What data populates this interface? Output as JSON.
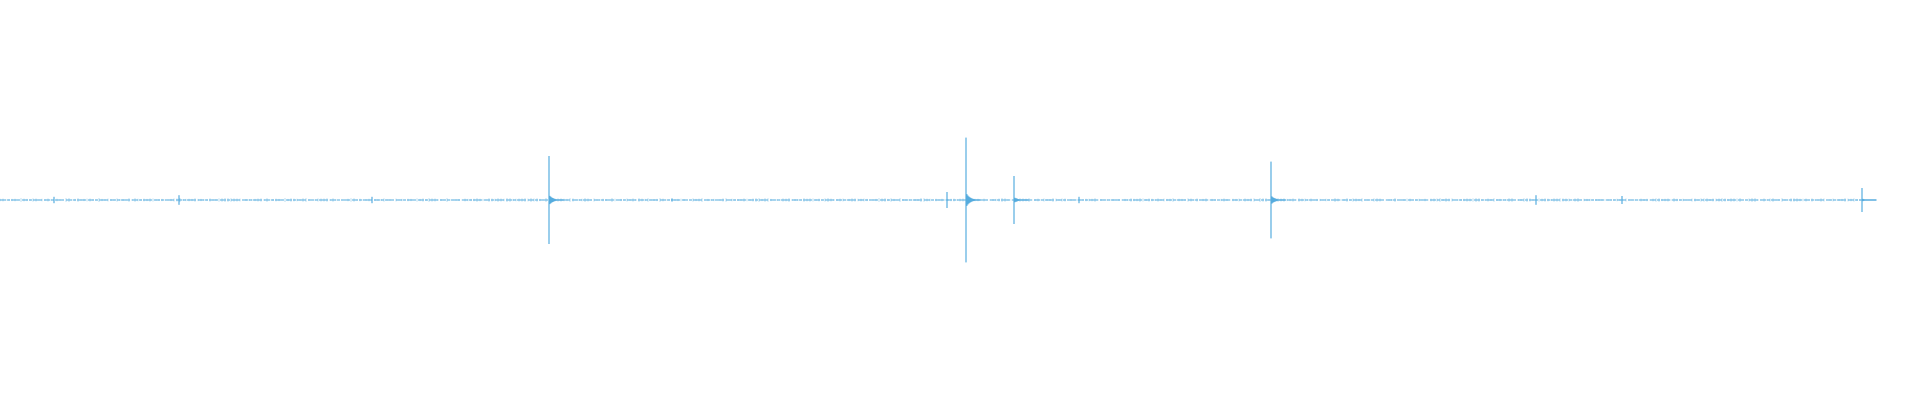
{
  "waveform": {
    "color": "#56acde",
    "background": "#ffffff",
    "duration_fraction_filled": 0.973,
    "peaks": [
      {
        "t": 0.028,
        "amp": 0.04
      },
      {
        "t": 0.093,
        "amp": 0.06
      },
      {
        "t": 0.194,
        "amp": 0.04
      },
      {
        "t": 0.286,
        "amp": 0.55,
        "tail": true
      },
      {
        "t": 0.35,
        "amp": 0.02
      },
      {
        "t": 0.493,
        "amp": 0.1
      },
      {
        "t": 0.503,
        "amp": 0.78,
        "tail": true
      },
      {
        "t": 0.528,
        "amp": 0.3,
        "tail": true
      },
      {
        "t": 0.562,
        "amp": 0.04
      },
      {
        "t": 0.662,
        "amp": 0.48,
        "tail": true
      },
      {
        "t": 0.8,
        "amp": 0.06
      },
      {
        "t": 0.845,
        "amp": 0.05
      },
      {
        "t": 0.97,
        "amp": 0.15,
        "tail": true
      }
    ]
  }
}
